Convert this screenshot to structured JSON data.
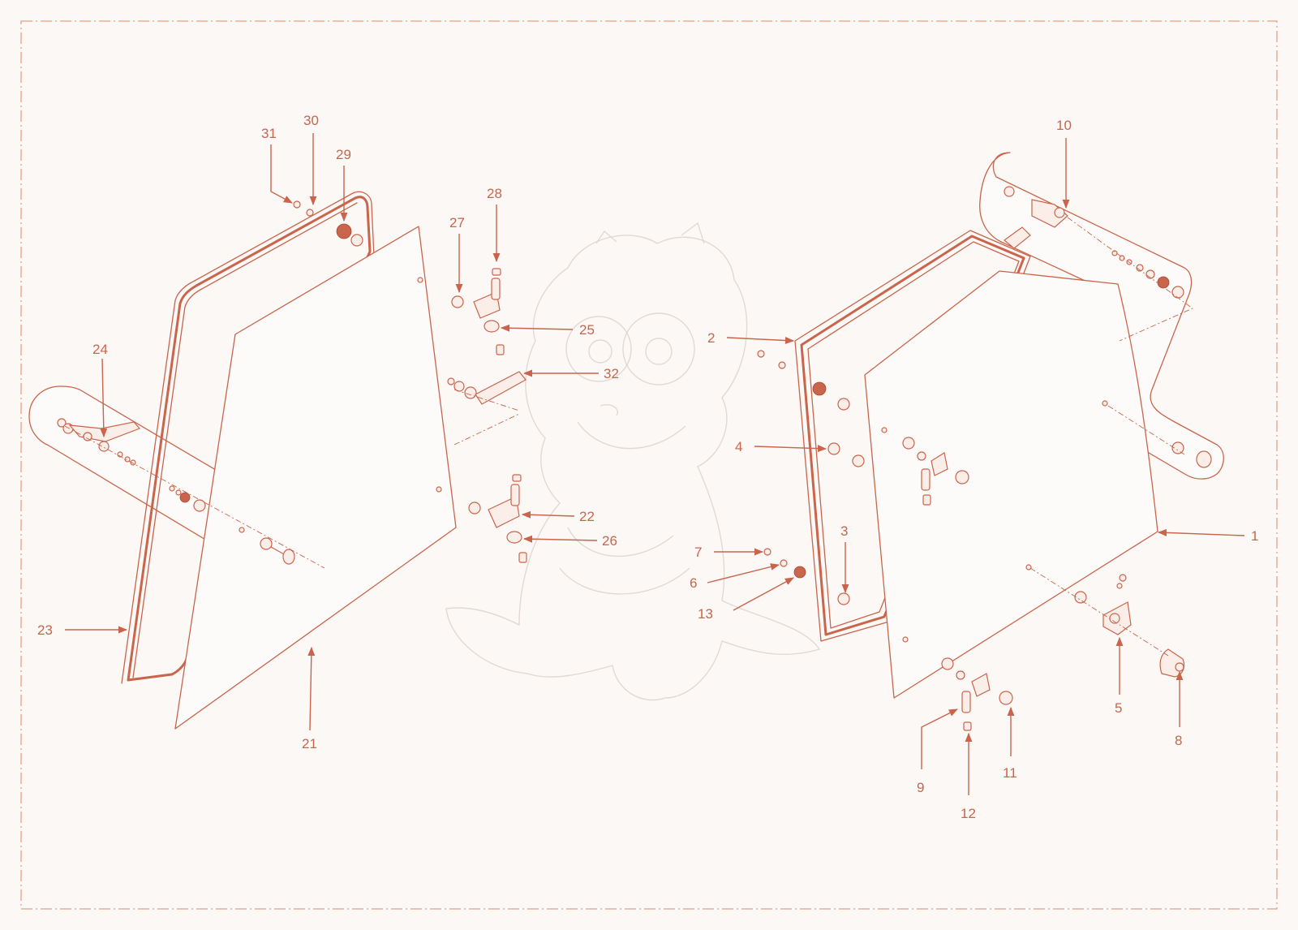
{
  "diagram": {
    "colors": {
      "line": "#c8654c",
      "background": "#fbf8f5",
      "frame": "#e3a08a",
      "watermark": "#d9cfc9"
    },
    "watermark_icon": "baby-dragon-watermark-icon",
    "callouts": [
      {
        "id": "c1",
        "label": "1"
      },
      {
        "id": "c2",
        "label": "2"
      },
      {
        "id": "c3",
        "label": "3"
      },
      {
        "id": "c4",
        "label": "4"
      },
      {
        "id": "c5",
        "label": "5"
      },
      {
        "id": "c6",
        "label": "6"
      },
      {
        "id": "c7",
        "label": "7"
      },
      {
        "id": "c8",
        "label": "8"
      },
      {
        "id": "c9",
        "label": "9"
      },
      {
        "id": "c10",
        "label": "10"
      },
      {
        "id": "c11",
        "label": "11"
      },
      {
        "id": "c12",
        "label": "12"
      },
      {
        "id": "c13",
        "label": "13"
      },
      {
        "id": "c21",
        "label": "21"
      },
      {
        "id": "c22",
        "label": "22"
      },
      {
        "id": "c23",
        "label": "23"
      },
      {
        "id": "c24",
        "label": "24"
      },
      {
        "id": "c25",
        "label": "25"
      },
      {
        "id": "c26",
        "label": "26"
      },
      {
        "id": "c27",
        "label": "27"
      },
      {
        "id": "c28",
        "label": "28"
      },
      {
        "id": "c29",
        "label": "29"
      },
      {
        "id": "c30",
        "label": "30"
      },
      {
        "id": "c31",
        "label": "31"
      },
      {
        "id": "c32",
        "label": "32"
      }
    ]
  }
}
